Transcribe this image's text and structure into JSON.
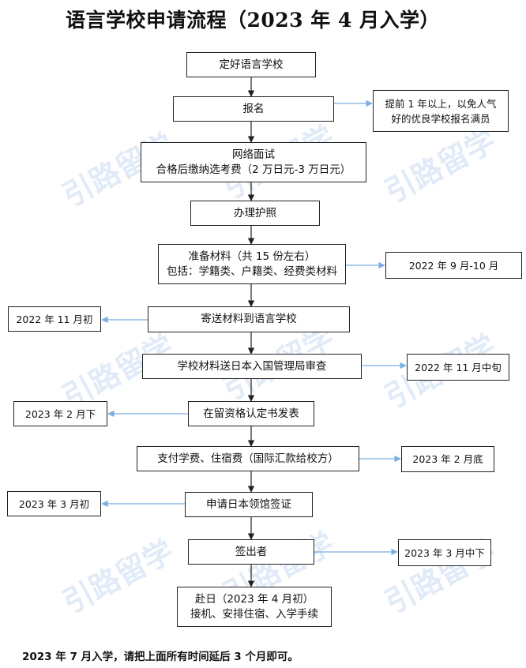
{
  "title": "语言学校申请流程（2023 年 4 月入学）",
  "watermark": "引路留学",
  "colors": {
    "connector": "#222222",
    "side_arrow": "#7aaee0",
    "watermark": "#c9dcf2"
  },
  "steps": [
    {
      "id": "s1",
      "lines": [
        "定好语言学校"
      ]
    },
    {
      "id": "s2",
      "lines": [
        "报名"
      ]
    },
    {
      "id": "s3",
      "lines": [
        "网络面试",
        "合格后缴纳选考费（2 万日元-3 万日元）"
      ]
    },
    {
      "id": "s4",
      "lines": [
        "办理护照"
      ]
    },
    {
      "id": "s5",
      "lines": [
        "准备材料（共 15 份左右）",
        "包括：学籍类、户籍类、经费类材料"
      ]
    },
    {
      "id": "s6",
      "lines": [
        "寄送材料到语言学校"
      ]
    },
    {
      "id": "s7",
      "lines": [
        "学校材料送日本入国管理局审查"
      ]
    },
    {
      "id": "s8",
      "lines": [
        "在留资格认定书发表"
      ]
    },
    {
      "id": "s9",
      "lines": [
        "支付学费、住宿费（国际汇款给校方）"
      ]
    },
    {
      "id": "s10",
      "lines": [
        "申请日本领馆签证"
      ]
    },
    {
      "id": "s11",
      "lines": [
        "签出者"
      ]
    },
    {
      "id": "s12",
      "lines": [
        "赴日（2023 年 4 月初）",
        "接机、安排住宿、入学手续"
      ]
    }
  ],
  "notes": [
    {
      "id": "n1",
      "lines": [
        "提前 1 年以上，以免人气",
        "好的优良学校报名满员"
      ]
    },
    {
      "id": "n2",
      "lines": [
        "2022 年 9 月-10 月"
      ]
    },
    {
      "id": "n3",
      "lines": [
        "2022 年 11 月初"
      ]
    },
    {
      "id": "n4",
      "lines": [
        "2022 年 11 月中旬"
      ]
    },
    {
      "id": "n5",
      "lines": [
        "2023 年 2 月下"
      ]
    },
    {
      "id": "n6",
      "lines": [
        "2023 年 2 月底"
      ]
    },
    {
      "id": "n7",
      "lines": [
        "2023 年 3 月初"
      ]
    },
    {
      "id": "n8",
      "lines": [
        "2023 年 3 月中下"
      ]
    }
  ],
  "footnote": "2023 年 7 月入学，请把上面所有时间延后 3 个月即可。"
}
